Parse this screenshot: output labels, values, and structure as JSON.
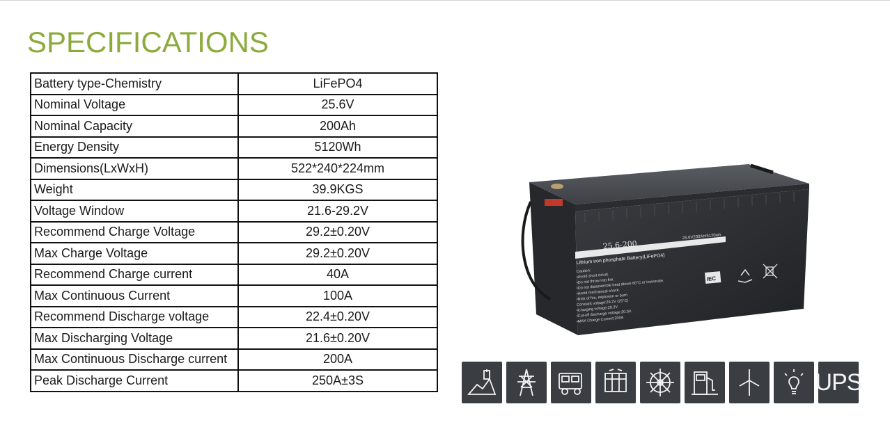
{
  "title": "SPECIFICATIONS",
  "specs": [
    {
      "label": "Battery type-Chemistry",
      "value": "LiFePO4"
    },
    {
      "label": "Nominal Voltage",
      "value": "25.6V"
    },
    {
      "label": "Nominal Capacity",
      "value": "200Ah"
    },
    {
      "label": "Energy Density",
      "value": "5120Wh"
    },
    {
      "label": "Dimensions(LxWxH)",
      "value": "522*240*224mm"
    },
    {
      "label": "Weight",
      "value": "39.9KGS"
    },
    {
      "label": "Voltage Window",
      "value": "21.6-29.2V"
    },
    {
      "label": "Recommend Charge Voltage",
      "value": "29.2±0.20V"
    },
    {
      "label": "Max Charge Voltage",
      "value": "29.2±0.20V"
    },
    {
      "label": "Recommend Charge current",
      "value": "40A"
    },
    {
      "label": "Max Continuous Current",
      "value": "100A"
    },
    {
      "label": "Recommend Discharge voltage",
      "value": "22.4±0.20V"
    },
    {
      "label": "Max Discharging Voltage",
      "value": "21.6±0.20V"
    },
    {
      "label": "Max Continuous Discharge current",
      "value": "200A"
    },
    {
      "label": "Peak Discharge Current",
      "value": "250A±3S"
    }
  ],
  "battery_label": {
    "model": "25.6-200",
    "rating": "25.6V200Ah/5120wh",
    "type": "Lithium iron phosphate Battery(LiFePO4)",
    "caution": [
      "Caution:",
      "•Avoid short circuit.",
      "•Do not throw into fire.",
      "•Do not disassemble heat above 60°C or incinerate.",
      "•Avoid mechanical shock.",
      "•Risk of fire, explosion or burn.",
      "Constant voltage:29.2V (25°C)",
      "•Charging voltage:29.2V",
      "•Cut-off discharge voltage:20.0V.",
      "•MAX Charge Current:200A"
    ],
    "cert": "IEC"
  },
  "applications": [
    {
      "icon": "solar-home-icon"
    },
    {
      "icon": "power-tower-icon"
    },
    {
      "icon": "rv-vehicle-icon"
    },
    {
      "icon": "solar-panel-icon"
    },
    {
      "icon": "ship-wheel-icon"
    },
    {
      "icon": "fuel-station-icon"
    },
    {
      "icon": "wind-turbine-icon"
    },
    {
      "icon": "light-bulb-icon"
    },
    {
      "icon": "ups-icon",
      "text": "UPS"
    }
  ],
  "colors": {
    "title": "#8cab3c",
    "border": "#111111",
    "icon_tile": "#3a3d42",
    "battery_body": "#2e3035",
    "battery_terminal": "#c0392b"
  }
}
